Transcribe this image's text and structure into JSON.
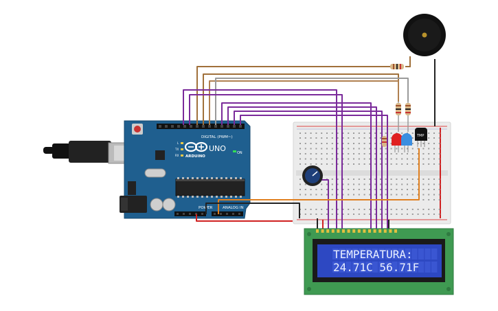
{
  "arduino": {
    "brand": "ARDUINO",
    "model": "UNO",
    "digital_header": "DIGITAL (PWM~)",
    "power_label": "POWER",
    "analog_label": "ANALOG IN",
    "on_label": "ON",
    "led_labels": [
      "L",
      "TX",
      "RX"
    ]
  },
  "lcd": {
    "line1": "TEMPERATURA:",
    "line2": "24.71C 56.71F"
  },
  "sensor": {
    "label": "TMP"
  },
  "colors": {
    "board": "#1f5f8f",
    "breadboard": "#ebebeb",
    "lcd_pcb": "#3f9a52",
    "lcd_screen": "#2d48c2",
    "wire_purple": "#7a2a9a",
    "wire_brown": "#a0703a",
    "wire_orange": "#e08020",
    "wire_black": "#222222",
    "wire_red": "#d02020",
    "wire_gray": "#9a9a9a",
    "led_red": "#e02020",
    "led_blue": "#3a8ee0"
  }
}
